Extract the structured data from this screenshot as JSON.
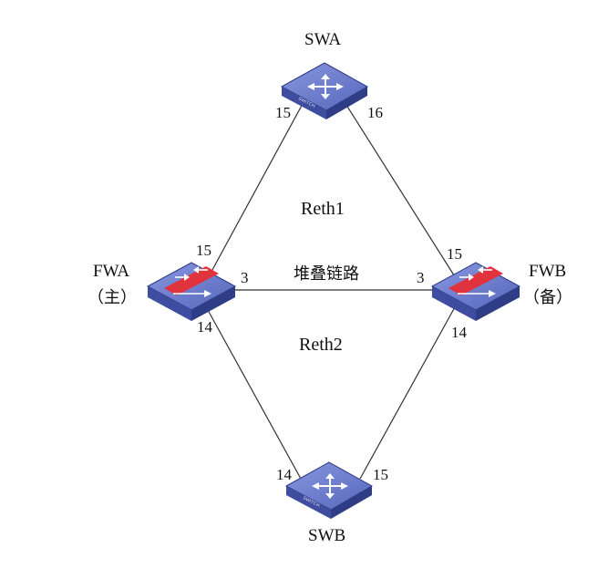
{
  "devices": {
    "swa": {
      "name": "SWA",
      "badge": "SWITCH"
    },
    "swb": {
      "name": "SWB",
      "badge": "SWITCH"
    },
    "fwa": {
      "name": "FWA",
      "role": "（主）"
    },
    "fwb": {
      "name": "FWB",
      "role": "（备）"
    }
  },
  "links": {
    "reth1": "Reth1",
    "reth2": "Reth2",
    "stack": "堆叠链路"
  },
  "ports": {
    "swa_left": "15",
    "swa_right": "16",
    "fwa_top": "15",
    "fwa_right": "3",
    "fwa_bottom": "14",
    "fwb_top": "15",
    "fwb_left": "3",
    "fwb_bottom": "14",
    "swb_left": "14",
    "swb_right": "15"
  },
  "colors": {
    "device_top": "#6f7fcf",
    "device_side": "#2f3c86",
    "device_front": "#3e4da0",
    "firewall_band": "#e0333d",
    "line": "#333333"
  }
}
